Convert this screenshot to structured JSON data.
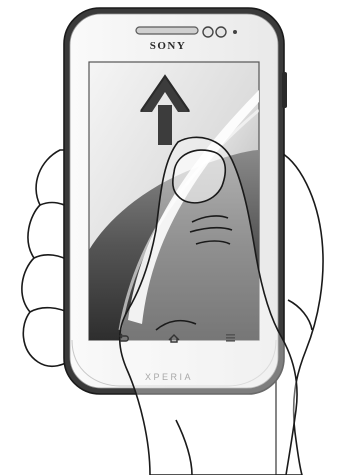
{
  "device": {
    "brand_label": "SONY",
    "model_label": "XPERIA"
  },
  "nav_keys": [
    {
      "name": "back-key-icon"
    },
    {
      "name": "home-key-icon"
    },
    {
      "name": "menu-key-icon"
    }
  ],
  "gesture": {
    "direction": "up",
    "icon": "swipe-up-arrow"
  }
}
